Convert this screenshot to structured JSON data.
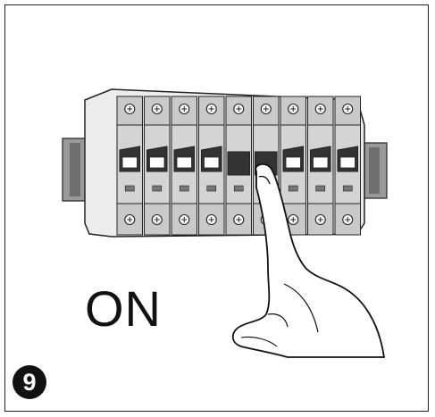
{
  "instruction": {
    "on_label": "ON",
    "step_number": "9"
  },
  "breaker_panel": {
    "module_count": 9,
    "off_modules": [
      4,
      5
    ],
    "colors": {
      "housing": "#e6e6e6",
      "body": "#d4d4d4",
      "terminal_strip": "#c9c9c9",
      "toggle": "#333333",
      "din_rail": "#8a8a8a",
      "indicator": "#777777",
      "outline": "#222222"
    },
    "icons": [
      "circuit-breaker-module-icon",
      "terminal-screw-icon",
      "toggle-lever-icon",
      "hand-icon"
    ]
  }
}
